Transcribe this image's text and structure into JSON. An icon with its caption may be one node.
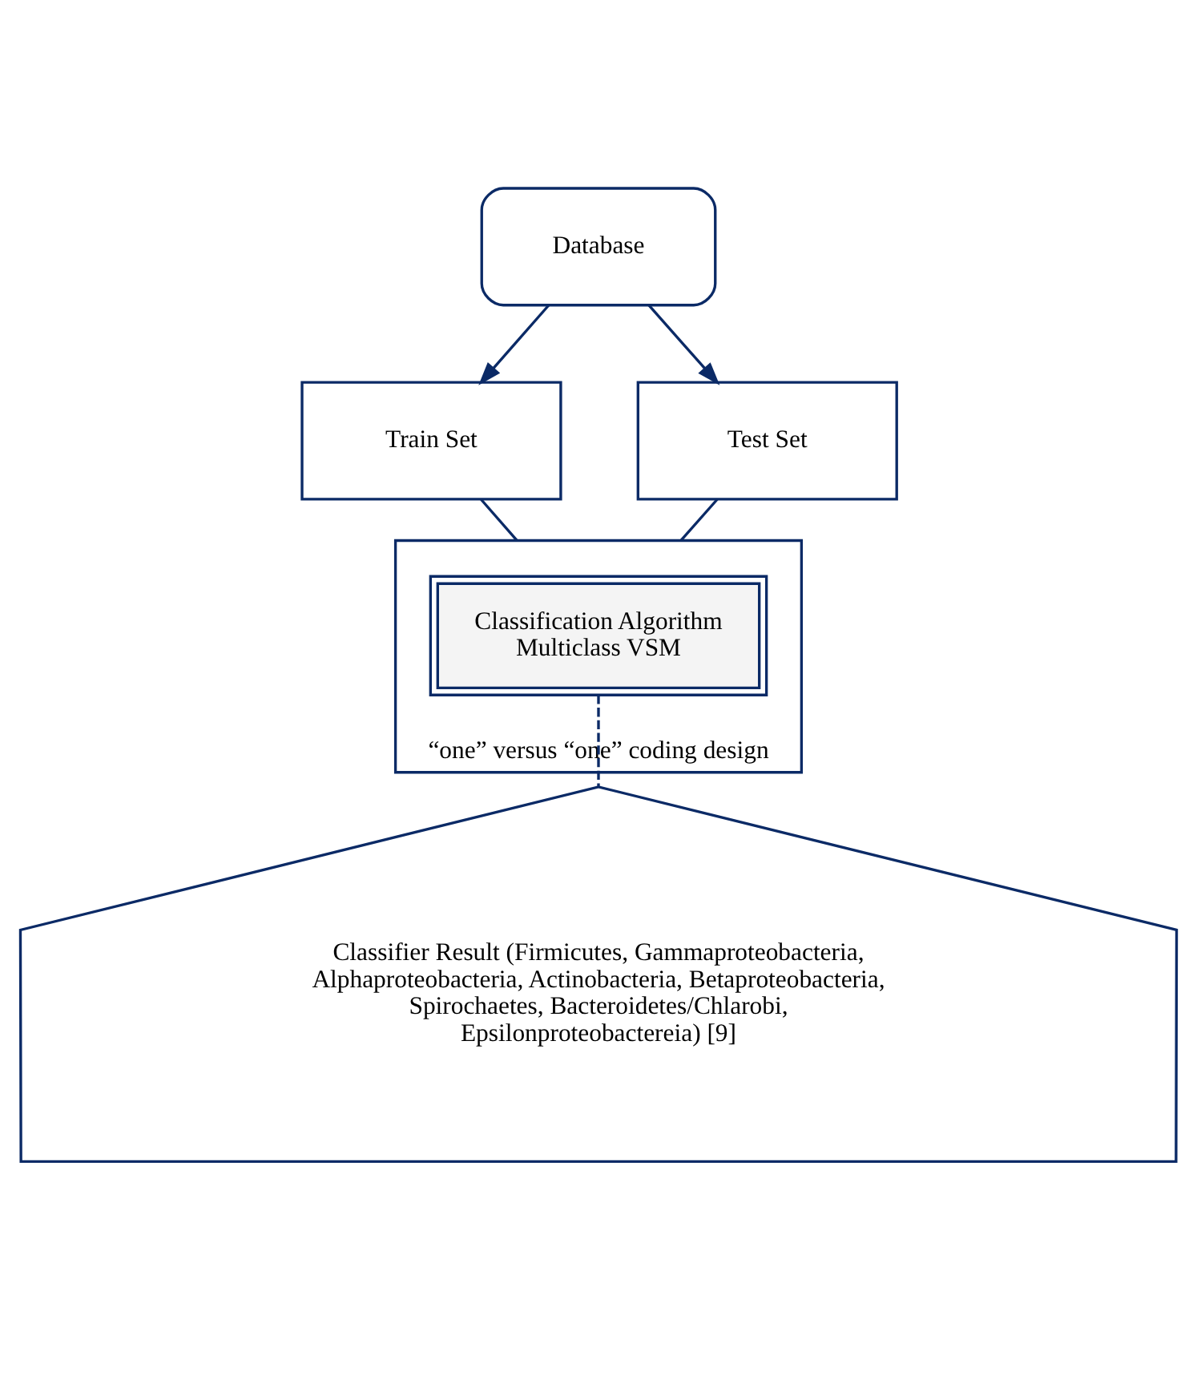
{
  "diagram": {
    "nodes": [
      {
        "text": [
          "Database"
        ]
      },
      {
        "text": [
          "Train Set"
        ]
      },
      {
        "text": [
          "Test Set"
        ]
      },
      {
        "text": [
          "“one” versus “one” coding design"
        ]
      },
      {
        "text": [
          "Classification Algorithm Multiclass VSM"
        ],
        "in": 3
      },
      {
        "text": [
          "Classifier Result (Firmicutes, Gammaproteobacteria, Alphaproteobacteria, Actinobacteria, Betaproteobacteria, Spirochaetes, Bacteroidetes/Chlarobi, Epsilonproteobactereia) [9]"
        ]
      }
    ],
    "edges": [
      {
        "from": 0,
        "to": 1,
        "arrow": "to"
      },
      {
        "from": 0,
        "to": 2,
        "arrow": "to"
      },
      {
        "from": 1,
        "to": 3,
        "arrow": "none"
      },
      {
        "from": 2,
        "to": 3,
        "arrow": "none"
      },
      {
        "from": 4,
        "to": 5,
        "arrow": "none",
        "style": "dashed"
      }
    ]
  }
}
